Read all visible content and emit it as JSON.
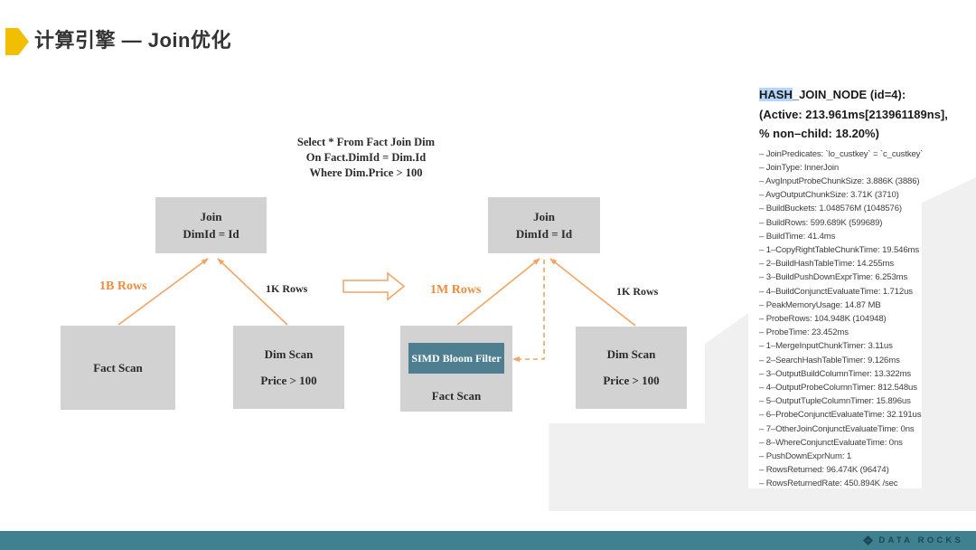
{
  "header": {
    "title": "计算引擎  — Join优化"
  },
  "sql": {
    "lines": [
      "Select * From Fact Join Dim",
      "On Fact.DimId = Dim.Id",
      "Where Dim.Price > 100"
    ]
  },
  "trees": {
    "before": {
      "join_title": "Join",
      "join_cond": "DimId = Id",
      "left_edge_label": "1B Rows",
      "right_edge_label": "1K Rows",
      "left_leaf": "Fact Scan",
      "right_leaf_title": "Dim Scan",
      "right_leaf_cond": "Price > 100"
    },
    "after": {
      "join_title": "Join",
      "join_cond": "DimId = Id",
      "left_edge_label": "1M Rows",
      "right_edge_label": "1K Rows",
      "left_leaf": "Fact Scan",
      "filter_label": "SIMD Bloom Filter",
      "right_leaf_title": "Dim Scan",
      "right_leaf_cond": "Price > 100"
    }
  },
  "profile": {
    "header_highlight": "HASH",
    "header_rest": "_JOIN_NODE (id=4):",
    "header_line2": "(Active: 213.961ms[213961189ns],",
    "header_line3": "% non–child: 18.20%)",
    "items": [
      "– JoinPredicates: `lo_custkey` = `c_custkey`",
      "– JoinType: InnerJoin",
      "– AvgInputProbeChunkSize: 3.886K (3886)",
      "– AvgOutputChunkSize: 3.71K (3710)",
      "– BuildBuckets: 1.048576M (1048576)",
      "– BuildRows: 599.689K (599689)",
      "– BuildTime: 41.4ms",
      "– 1–CopyRightTableChunkTime: 19.546ms",
      "– 2–BuildHashTableTime: 14.255ms",
      "– 3–BuildPushDownExprTime: 6.253ms",
      "– 4–BuildConjunctEvaluateTime: 1.712us",
      "– PeakMemoryUsage: 14.87 MB",
      "– ProbeRows: 104.948K (104948)",
      "– ProbeTime: 23.452ms",
      "– 1–MergeInputChunkTimer: 3.11us",
      "– 2–SearchHashTableTimer: 9.126ms",
      "– 3–OutputBuildColumnTimer: 13.322ms",
      "– 4–OutputProbeColumnTimer: 812.548us",
      "– 5–OutputTupleColumnTimer: 15.896us",
      "– 6–ProbeConjunctEvaluateTime: 32.191us",
      "– 7–OtherJoinConjunctEvaluateTime: 0ns",
      "– 8–WhereConjunctEvaluateTime: 0ns",
      "– PushDownExprNum: 1",
      "– RowsReturned: 96.474K (96474)",
      "– RowsReturnedRate: 450.894K /sec"
    ]
  },
  "footer": {
    "brand": "DATA ROCKS"
  },
  "colors": {
    "accent_yellow": "#F2BE00",
    "arrow_orange": "#F2A463",
    "label_orange": "#ED8C3D",
    "box_gray": "#D2D2D2",
    "filter_teal": "#4D7F91",
    "footer_teal": "#3F8191",
    "selection_highlight": "#B5D6FC"
  }
}
